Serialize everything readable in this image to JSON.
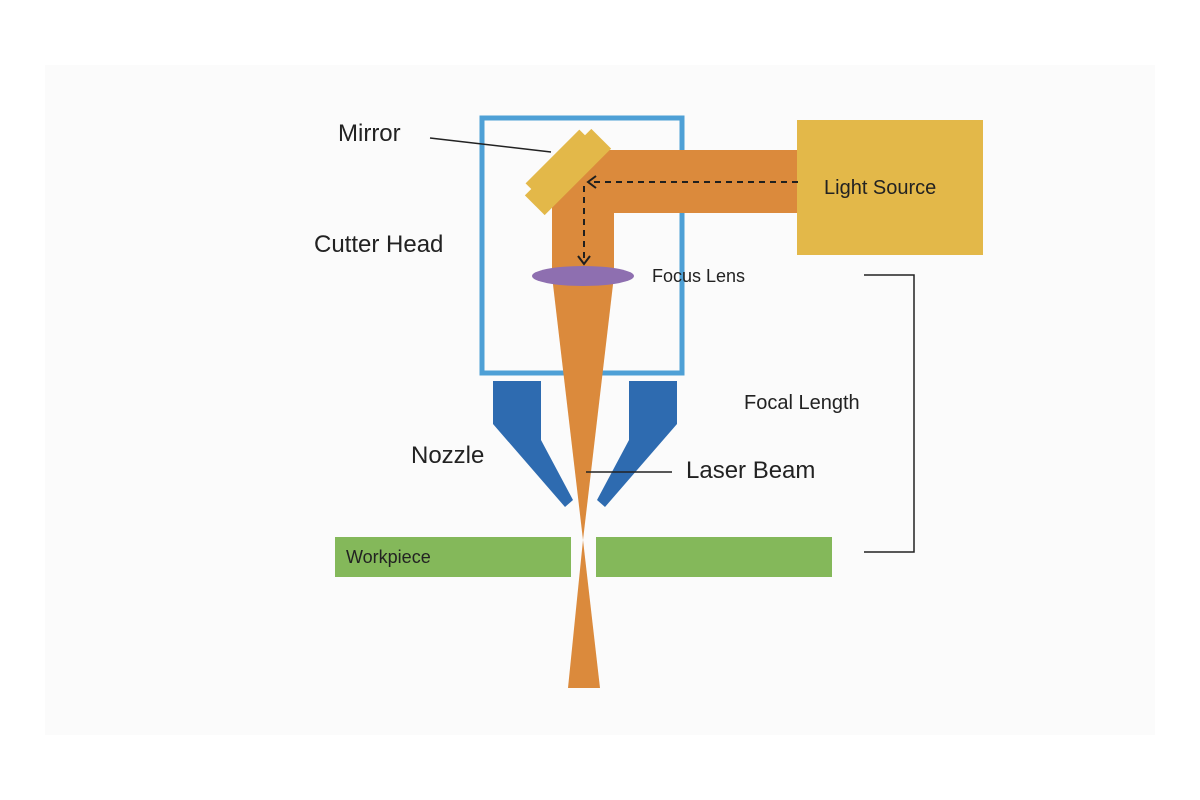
{
  "labels": {
    "mirror": "Mirror",
    "cutter_head": "Cutter Head",
    "light_source": "Light Source",
    "focus_lens": "Focus Lens",
    "focal_length": "Focal Length",
    "nozzle": "Nozzle",
    "laser_beam": "Laser Beam",
    "workpiece": "Workpiece"
  },
  "colors": {
    "laser": "#DB8A3C",
    "light_source": "#E3B849",
    "mirror": "#E3B849",
    "cutter_head_outline": "#4EA0D6",
    "lens": "#8E6FB0",
    "nozzle": "#2E6BB0",
    "workpiece": "#84B85A",
    "panel": "#FBFBFB",
    "text": "#222222"
  }
}
